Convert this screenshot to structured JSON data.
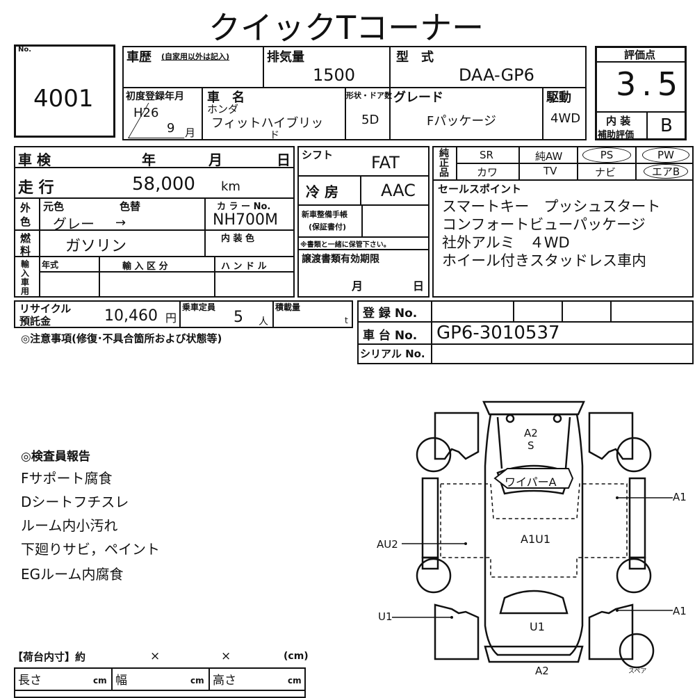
{
  "header": {
    "title": "クイックTコーナー"
  },
  "lot": {
    "no_label": "No.",
    "number": "4001"
  },
  "vehicle": {
    "history_label": "車歴",
    "history_note": "(自家用以外は記入)",
    "displacement_label": "排気量",
    "displacement": "1500",
    "model_label": "型　式",
    "model_code": "DAA-GP6",
    "first_reg_label": "初度登録年月",
    "first_reg_era": "H26",
    "first_reg_month": "9",
    "first_reg_month_unit": "月",
    "name_label": "車　名",
    "maker": "ホンダ",
    "name_line1": "フィットハイブリッ",
    "name_line2": "ド",
    "shape_label": "形状・ドア数",
    "shape": "5D",
    "grade_label": "グレード",
    "grade": "Fパッケージ",
    "drive_label": "駆動",
    "drive": "4WD"
  },
  "score": {
    "label": "評価点",
    "value": "3.5",
    "interior_label_1": "内 装",
    "interior_label_2": "補助評価",
    "interior_value": "B"
  },
  "inspection": {
    "label": "車 検",
    "year": "年",
    "month": "月",
    "day": "日",
    "mileage_label": "走 行",
    "mileage": "58,000",
    "mileage_unit": "km",
    "ext_color_label_1": "外",
    "ext_color_label_2": "色",
    "orig_color_label": "元色",
    "repaint_label": "色替",
    "color_name": "グレー",
    "arrow": "→",
    "color_no_label": "カ ラ ー No.",
    "color_no": "NH700M",
    "fuel_label_1": "燃",
    "fuel_label_2": "料",
    "fuel": "ガソリン",
    "interior_color_label": "内 装 色",
    "import_label_1": "輸",
    "import_label_2": "入",
    "import_label_3": "車",
    "import_label_4": "用",
    "model_year_label": "年式",
    "import_type_label": "輸 入 区 分",
    "handle_label": "ハ ン ド ル"
  },
  "shift": {
    "shift_label": "シフト",
    "shift": "FAT",
    "ac_label": "冷 房",
    "ac": "AAC",
    "warranty_label_1": "新車整備手帳",
    "warranty_label_2": "(保証書付)",
    "warranty_note": "※書類と一緒に保管下さい。",
    "transfer_label": "譲渡書類有効期限",
    "transfer_month": "月",
    "transfer_day": "日"
  },
  "options": {
    "genuine_1": "純",
    "genuine_2": "正",
    "genuine_3": "品",
    "sr": "SR",
    "aw": "純AW",
    "ps": "PS",
    "pw": "PW",
    "leather": "カワ",
    "tv": "TV",
    "navi": "ナビ",
    "aircon": "エアB"
  },
  "sales_points": {
    "label": "セールスポイント",
    "lines": [
      "スマートキー　プッシュスタート",
      "コンフォートビューパッケージ",
      "社外アルミ　４WD",
      "ホイール付きスタッドレス車内"
    ]
  },
  "recycle": {
    "label_1": "リサイクル",
    "label_2": "預託金",
    "amount": "10,460",
    "unit": "円",
    "capacity_label": "乗車定員",
    "capacity": "5",
    "capacity_unit": "人",
    "load_label": "積載量",
    "load_unit": "t"
  },
  "registration": {
    "reg_label": "登 録 No.",
    "chassis_label": "車 台 No.",
    "chassis": "GP6-3010537",
    "serial_label": "シリアル No."
  },
  "notes": {
    "label": "◎注意事項(修復･不具合箇所および状態等)"
  },
  "inspector": {
    "label": "◎検査員報告",
    "lines": [
      "Fサポート腐食",
      "Dシートフチスレ",
      "ルーム内小汚れ",
      "下廻りサビ，ペイント",
      "EGルーム内腐食"
    ]
  },
  "diagram": {
    "front_code": "A2",
    "front_code2": "S",
    "wiper": "ワイパーA",
    "roof": "A1U1",
    "rear_inner": "U1",
    "rear_bottom": "A2",
    "right_front": "A1",
    "right_rear": "A1",
    "left_mid": "AU2",
    "left_rear": "U1",
    "spare": "スペア"
  },
  "cargo": {
    "label": "【荷台内寸】約",
    "x1": "×",
    "x2": "×",
    "unit_cm": "(cm)",
    "length_label": "長さ",
    "width_label": "幅",
    "height_label": "高さ",
    "cm": "cm"
  }
}
